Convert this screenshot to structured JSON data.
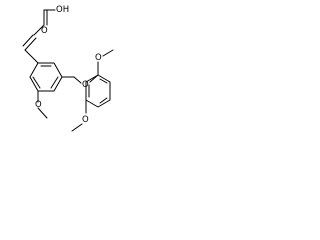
{
  "molecule": {
    "labels": {
      "hydroxyl": "OH",
      "carbonyl_o": "O",
      "methoxy_left": "O",
      "ether_o": "O",
      "methoxy_right_top": "O",
      "methoxy_right_bottom": "O"
    }
  },
  "colors": {
    "background": "#ffffff",
    "ink": "#000000"
  }
}
